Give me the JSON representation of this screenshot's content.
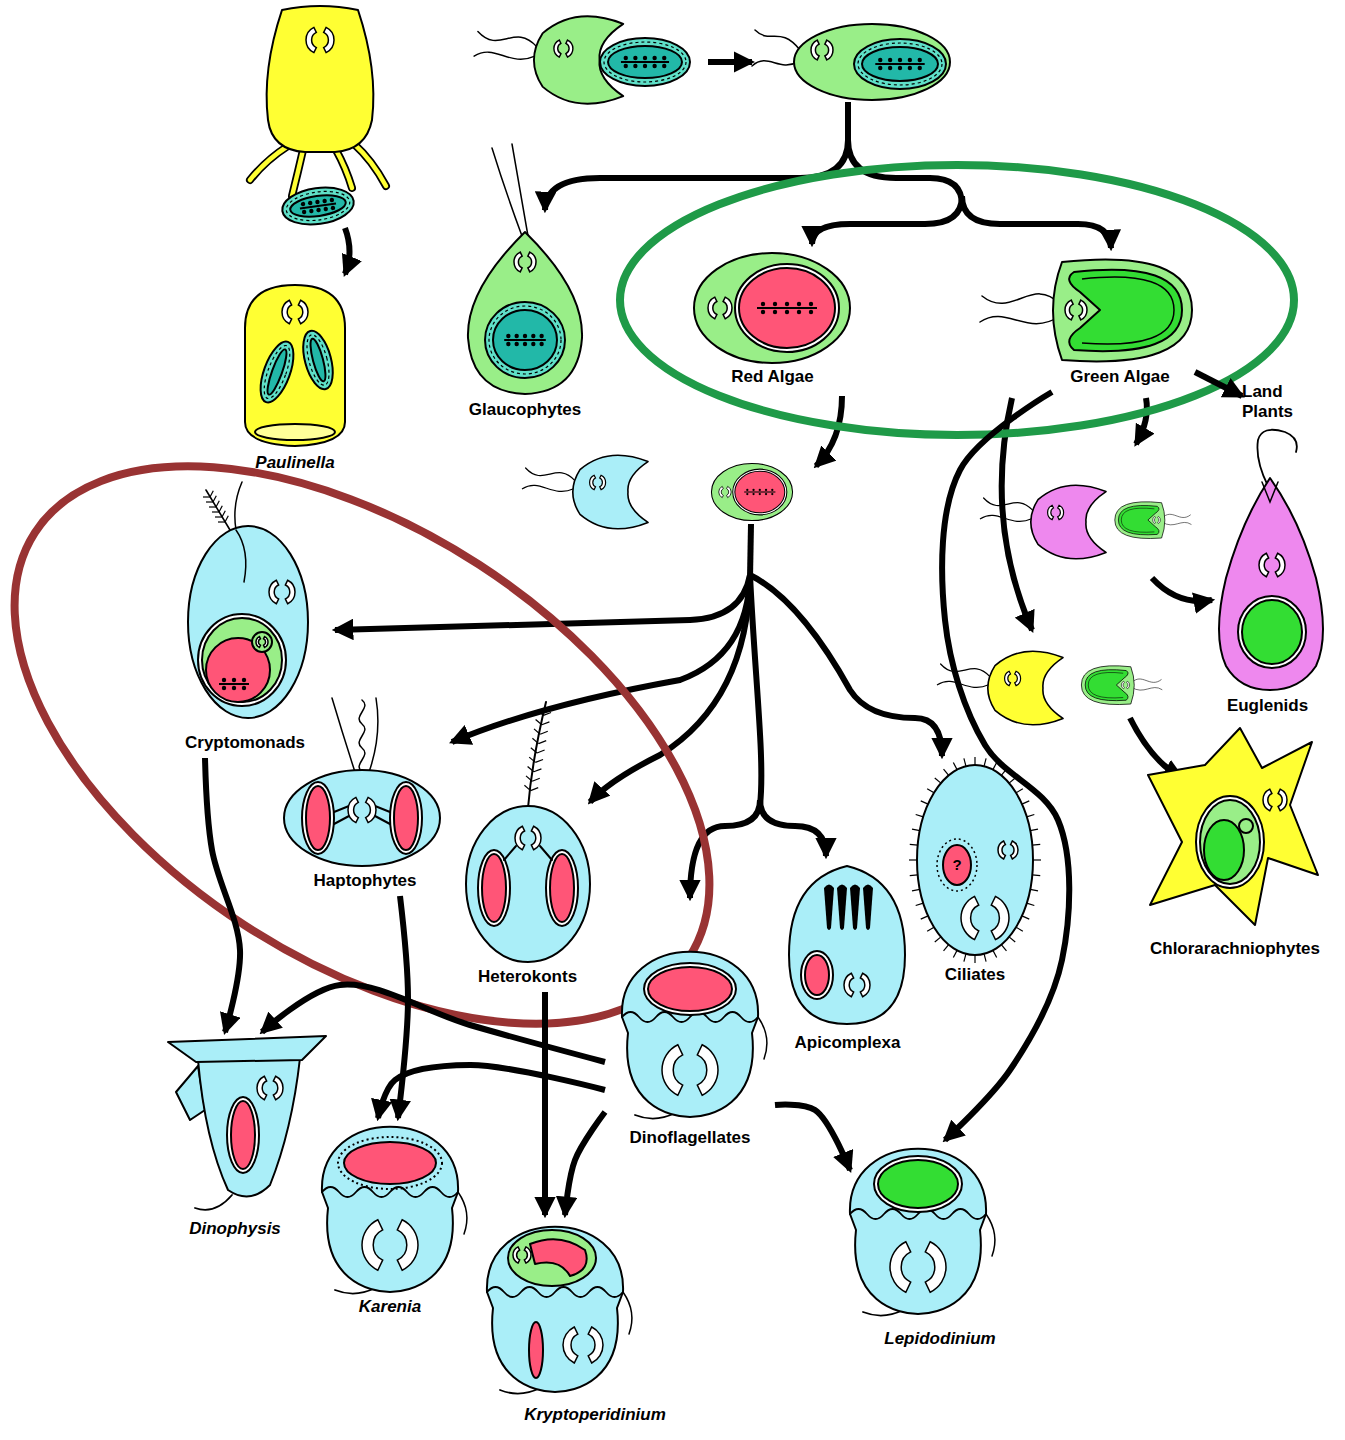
{
  "diagram": {
    "nodes": [
      {
        "text": [
          "Paulinella"
        ]
      },
      {
        "text": [
          "Glaucophytes"
        ]
      },
      {
        "text": [
          "Red Algae"
        ]
      },
      {
        "text": [
          "Green Algae"
        ]
      },
      {
        "text": [
          "Land Plants"
        ]
      },
      {
        "text": [
          "Cryptomonads"
        ]
      },
      {
        "text": [
          "Euglenids"
        ]
      },
      {
        "text": [
          "Haptophytes"
        ]
      },
      {
        "text": [
          "Heterokonts"
        ]
      },
      {
        "text": [
          "Ciliates"
        ]
      },
      {
        "text": [
          "Chlorarachniophytes"
        ]
      },
      {
        "text": [
          "Dinoflagellates"
        ]
      },
      {
        "text": [
          "Apicomplexa"
        ]
      },
      {
        "text": [
          "Dinophysis"
        ]
      },
      {
        "text": [
          "Karenia"
        ]
      },
      {
        "text": [
          "Lepidodinium"
        ]
      },
      {
        "text": [
          "Kryptoperidinium"
        ]
      }
    ],
    "edges": [
      {
        "from": 3,
        "to": 4,
        "arrow": "to"
      },
      {
        "from": 5,
        "to": 13,
        "arrow": "to"
      },
      {
        "from": 11,
        "to": 13,
        "arrow": "to"
      },
      {
        "from": 7,
        "to": 14,
        "arrow": "to"
      },
      {
        "from": 11,
        "to": 14,
        "arrow": "to"
      },
      {
        "from": 8,
        "to": 16,
        "arrow": "to"
      },
      {
        "from": 11,
        "to": 16,
        "arrow": "to"
      },
      {
        "from": 3,
        "to": 15,
        "arrow": "to"
      },
      {
        "from": 11,
        "to": 15,
        "arrow": "to"
      }
    ],
    "labels": [
      "?"
    ]
  }
}
